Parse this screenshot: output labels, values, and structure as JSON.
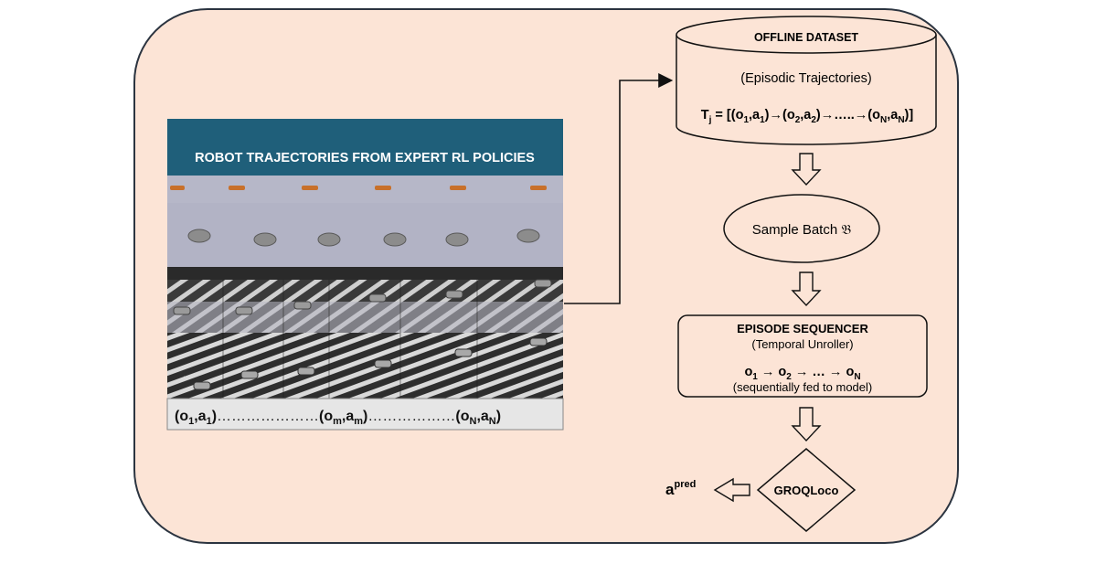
{
  "panel": {
    "header": "ROBOT TRAJECTORIES FROM EXPERT RL POLICIES",
    "sequence": {
      "first": "(o",
      "first_o_sub": "1",
      "first_mid": ",a",
      "first_a_sub": "1",
      "first_end": ")",
      "dots1": "…………………",
      "mid": "(o",
      "mid_o_sub": "m",
      "mid_mid": ",a",
      "mid_a_sub": "m",
      "mid_end": ")",
      "dots2": "………………",
      "last": "(o",
      "last_o_sub": "N",
      "last_mid": ",a",
      "last_a_sub": "N",
      "last_end": ")"
    }
  },
  "dataset": {
    "title": "OFFLINE DATASET",
    "subtitle": "(Episodic Trajectories)",
    "formula": {
      "lhs": "T",
      "lhs_sub": "j",
      "eq": " = [(o",
      "s1": "1",
      "p1": ",a",
      "s2": "1",
      "p2": ")→(o",
      "s3": "2",
      "p3": ",a",
      "s4": "2",
      "p4": ")→…..→(o",
      "s5": "N",
      "p5": ",a",
      "s6": "N",
      "p6": ")]"
    }
  },
  "sample": {
    "label": "Sample Batch 𝔅"
  },
  "sequencer": {
    "title": "EPISODE SEQUENCER",
    "subtitle": "(Temporal Unroller)",
    "seq": {
      "o1": "o",
      "s1": "1",
      "a1": " → o",
      "s2": "2",
      "a2": " → … → o",
      "s3": "N"
    },
    "note": "(sequentially fed to model)"
  },
  "model": {
    "label": "GROQLoco"
  },
  "output": {
    "base": "a",
    "sup": "pred"
  },
  "colors": {
    "background_panel": "#fce4d6",
    "panel_border": "#2b3440",
    "header_fill": "#1f5f7a",
    "sky": "#b6b7c8",
    "footer_fill": "#e6e6e6"
  }
}
